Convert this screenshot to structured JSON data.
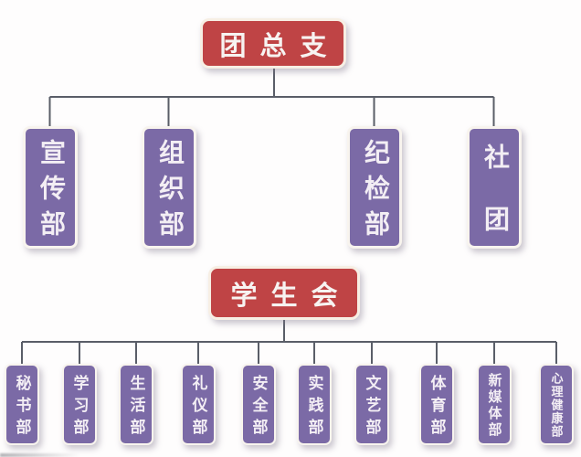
{
  "palette": {
    "node_red": "#bf4445",
    "node_purple": "#7b6aa6",
    "node_border": "#f8f3ec",
    "connector_line": "#5a5e68",
    "label_text": "#f5f0f2",
    "background": "#fefdfd"
  },
  "org": {
    "root": {
      "label": "团总支"
    },
    "level2": [
      {
        "label": "宣传部"
      },
      {
        "label": "组织部"
      },
      {
        "label": "纪检部"
      },
      {
        "label": "社团"
      }
    ],
    "student_union": {
      "label": "学生会"
    },
    "level3": [
      {
        "label": "秘书部"
      },
      {
        "label": "学习部"
      },
      {
        "label": "生活部"
      },
      {
        "label": "礼仪部"
      },
      {
        "label": "安全部"
      },
      {
        "label": "实践部"
      },
      {
        "label": "文艺部"
      },
      {
        "label": "体育部"
      },
      {
        "label": "新媒体部"
      },
      {
        "label": "心理健康部"
      }
    ]
  }
}
